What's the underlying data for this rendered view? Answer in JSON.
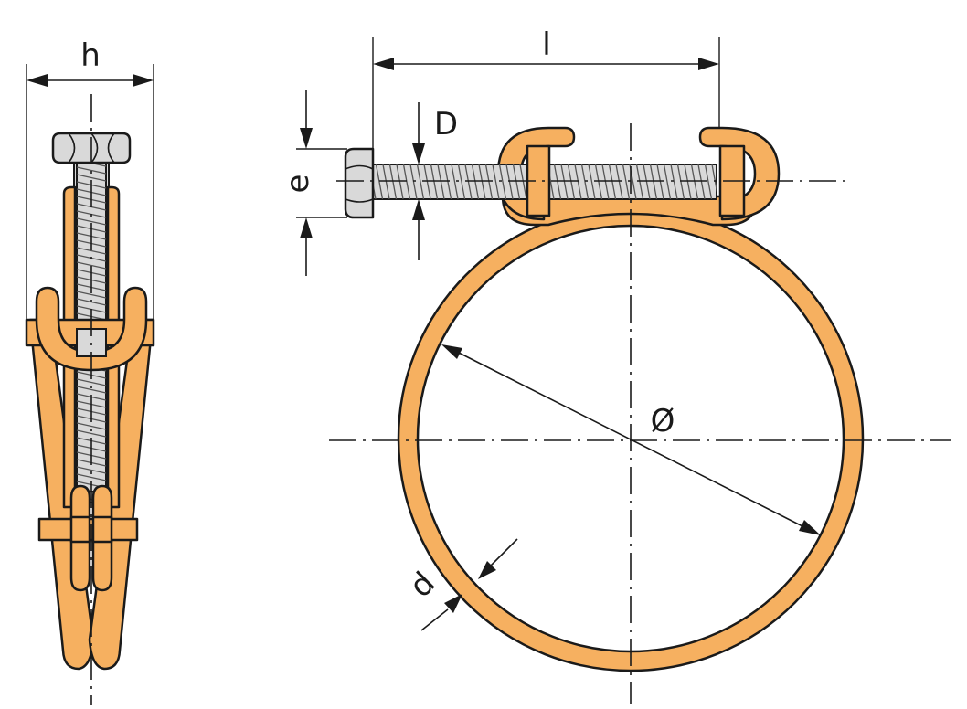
{
  "labels": {
    "height": "h",
    "length": "l",
    "thread_diameter": "D",
    "head_height": "e",
    "diameter": "Ø",
    "wire_diameter": "d"
  },
  "colors": {
    "clamp_fill": "#f6b060",
    "outline": "#1a1a1a",
    "screw_fill": "#d9d9d9",
    "background": "#ffffff"
  }
}
